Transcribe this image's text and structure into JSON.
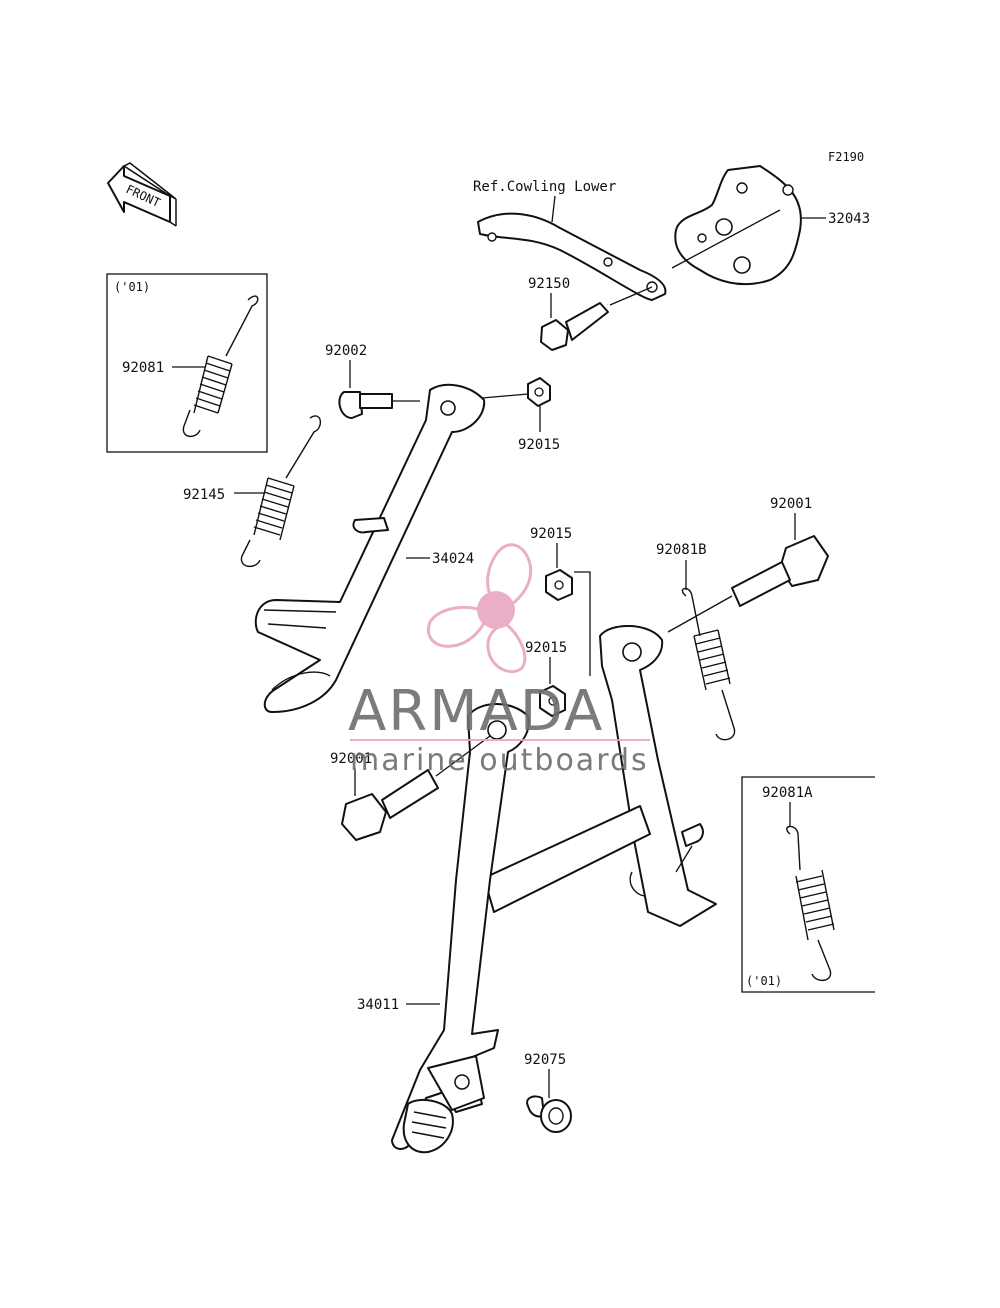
{
  "figure_code": "F2190",
  "front_arrow_label": "FRONT",
  "reference_label": "Ref.Cowling Lower",
  "parts": {
    "p32043": "32043",
    "p92150": "92150",
    "p92081": "92081",
    "p92002": "92002",
    "p92015_a": "92015",
    "p92145": "92145",
    "p34024": "34024",
    "p92015_b": "92015",
    "p92015_c": "92015",
    "p92001_a": "92001",
    "p92081B": "92081B",
    "p92001_b": "92001",
    "p92081A": "92081A",
    "p34011": "34011",
    "p92075": "92075"
  },
  "inset_left_tag": "('01)",
  "inset_right_tag": "('01)",
  "watermark": {
    "brand": "ARMADA",
    "tagline": "marine outboards",
    "logo_color": "#e8a6c2"
  }
}
